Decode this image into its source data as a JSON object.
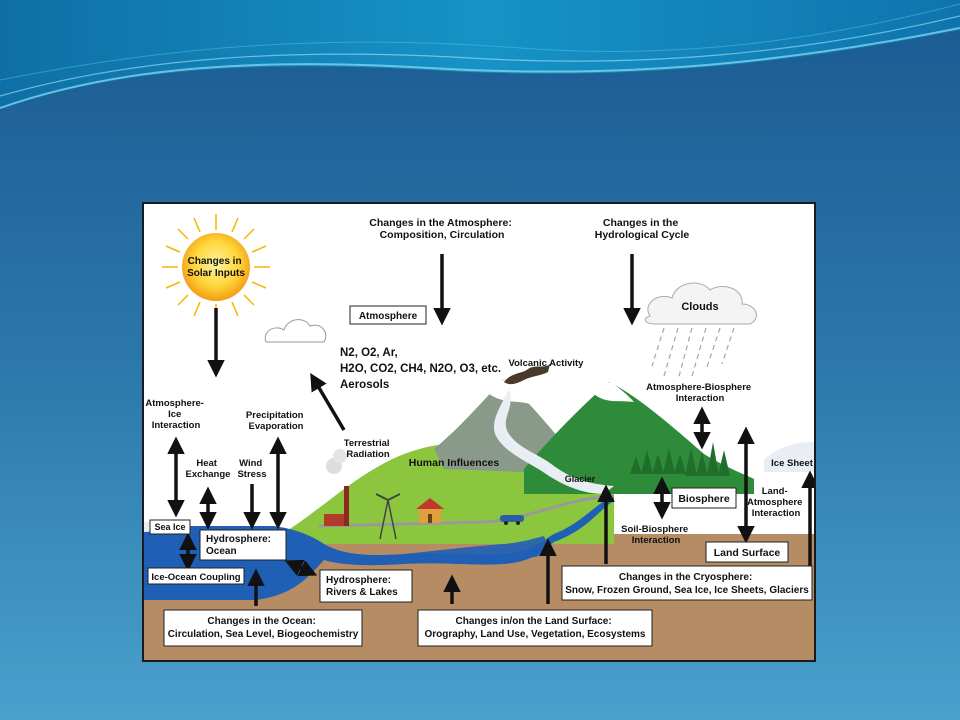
{
  "diagram": {
    "labels": {
      "sun": [
        "Changes in",
        "Solar Inputs"
      ],
      "atm_changes": [
        "Changes in the Atmosphere:",
        "Composition, Circulation"
      ],
      "hydro_changes": [
        "Changes in the",
        "Hydrological Cycle"
      ],
      "clouds": "Clouds",
      "atmosphere": "Atmosphere",
      "composition": [
        "N2, O2, Ar,",
        "H2O, CO2, CH4, N2O, O3, etc.",
        "Aerosols"
      ],
      "volcanic": "Volcanic Activity",
      "atm_bio": [
        "Atmosphere-Biosphere",
        "Interaction"
      ],
      "atm_ice": [
        "Atmosphere-",
        "Ice",
        "Interaction"
      ],
      "precip": [
        "Precipitation",
        "Evaporation"
      ],
      "heat": [
        "Heat",
        "Exchange"
      ],
      "wind": [
        "Wind",
        "Stress"
      ],
      "terrestrial": [
        "Terrestrial",
        "Radiation"
      ],
      "human": "Human Influences",
      "glacier": "Glacier",
      "ice_sheet": "Ice Sheet",
      "biosphere": "Biosphere",
      "land_atm": [
        "Land-",
        "Atmosphere",
        "Interaction"
      ],
      "sea_ice": "Sea Ice",
      "hydrosphere_ocean": [
        "Hydrosphere:",
        "Ocean"
      ],
      "soil_bio": [
        "Soil-Biosphere",
        "Interaction"
      ],
      "land_surface": "Land Surface",
      "ice_ocean": "Ice-Ocean Coupling",
      "hydro_rivers": [
        "Hydrosphere:",
        "Rivers & Lakes"
      ],
      "cryo_changes": [
        "Changes in the Cryosphere:",
        "Snow, Frozen Ground, Sea Ice, Ice Sheets, Glaciers"
      ],
      "ocean_changes": [
        "Changes in the Ocean:",
        "Circulation, Sea Level, Biogeochemistry"
      ],
      "land_changes": [
        "Changes in/on the Land Surface:",
        "Orography, Land Use, Vegetation, Ecosystems"
      ]
    },
    "colors": {
      "ocean": "#1f5fb5",
      "land": "#b58c64",
      "grass": "#8cc63f",
      "forest": "#2e8b3a",
      "sky": "#ffffff",
      "arrow": "#111111"
    }
  }
}
